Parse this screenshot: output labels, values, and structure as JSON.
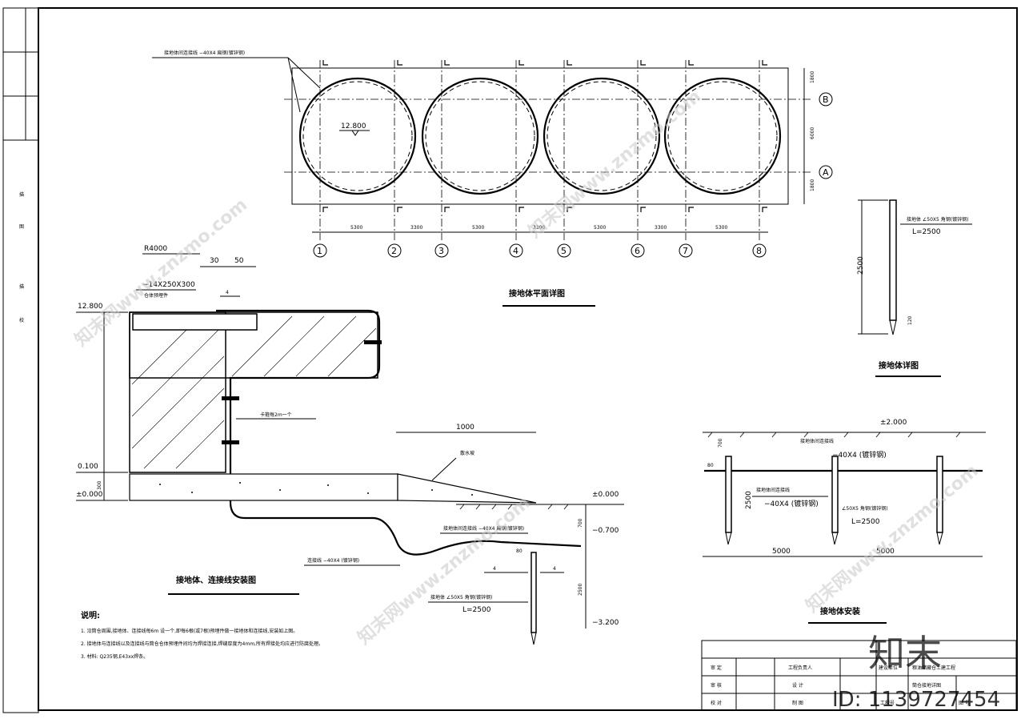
{
  "plan": {
    "title": "接地体平面详图",
    "callout": "接地体间连接线 −40X4 扁钢(镀锌钢)",
    "elevation": "12.800",
    "column_labels": [
      "1",
      "2",
      "3",
      "4",
      "5",
      "6",
      "7",
      "8"
    ],
    "spans": [
      "5300",
      "3300",
      "5300",
      "3300",
      "5300",
      "3300",
      "5300"
    ],
    "row_labels": [
      "B",
      "A"
    ],
    "right_dims": [
      "1800",
      "6000",
      "1800"
    ]
  },
  "section": {
    "title": "接地体、连接线安装图",
    "r_label": "R4000",
    "dim_30": "30",
    "dim_50": "50",
    "plate": "−14X250X300",
    "plate_note": "仓体预埋件",
    "weld": "4",
    "elev_top": "12.800",
    "elev_0100": "0.100",
    "elev_0000_left": "±0.000",
    "dim_300": "300",
    "wall_note": "卡箍每2m一个",
    "dim_1000": "1000",
    "slope_note": "散水坡",
    "elev_0000_right": "±0.000",
    "elev_0700": "−0.700",
    "elev_3200": "−3.200",
    "dim_700": "700",
    "dim_2500": "2500",
    "dim_80": "80",
    "weld_4a": "4",
    "weld_4b": "4",
    "conn_note": "接地体间连接线  −40X4  扁钢(镀锌钢)",
    "down_note": "连接线  −40X4  (镀锌钢)",
    "rod_note": "接地体  ∠50X5  角钢(镀锌钢)",
    "rod_len": "L=2500"
  },
  "rod_detail": {
    "title": "接地体详图",
    "rod_note": "接地体  ∠50X5  角钢(镀锌钢)",
    "rod_len": "L=2500",
    "dim_2500": "2500",
    "dim_120": "120"
  },
  "install": {
    "title": "接地体安装",
    "elev": "±2.000",
    "dim_700": "700",
    "dim_80": "80",
    "dim_2500": "2500",
    "conn_note": "接地体间连接线",
    "flat1": "−40X4  (镀锌钢)",
    "conn_note2": "接地体间连接线",
    "flat2": "−40X4  (镀锌钢)",
    "rod_note": "∠50X5  角钢(镀锌钢)",
    "rod_len": "L=2500",
    "span1": "5000",
    "span2": "5000"
  },
  "notes": {
    "heading": "说明:",
    "lines": [
      "1. 沿筒仓周围,接地体、连接线每6m 设一个,即每6根(或7根)预埋件做一接地体和连接线,安装如上图。",
      "2. 接地体与连接线以及连接线与筒仓仓体预埋件间均为焊接连接,焊缝厚度为4mm,所有焊接处均应进行防腐处理。",
      "3. 材料: Q235钢,E43xx焊条。"
    ]
  },
  "title_block": {
    "r1": [
      "审  定",
      "工程负责人",
      "建设单位",
      "粮油储藏仓土建工程"
    ],
    "r2": [
      "审  核",
      "设  计",
      "筒仓接地详图"
    ],
    "r3": [
      "校  对",
      "制  图",
      "工程号",
      "图  号"
    ]
  },
  "left_strip": [
    "描",
    "图",
    "描",
    "校"
  ],
  "watermarks": {
    "repeat": "知末网www.znzmo.com",
    "logo": "知末",
    "id": "ID: 1139727454"
  }
}
